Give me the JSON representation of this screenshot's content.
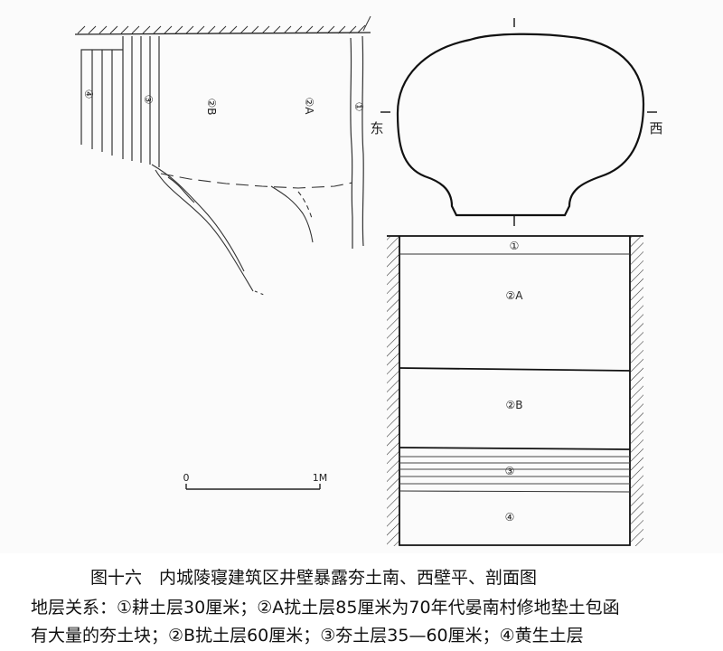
{
  "labels": {
    "east": "东",
    "west": "西",
    "layer1": "①",
    "layer2A": "②A",
    "layer2B": "②B",
    "layer3": "③",
    "layer4": "④"
  },
  "scale": {
    "zero": "0",
    "one": "1M"
  },
  "caption": {
    "title": "图十六　内城陵寝建筑区井壁暴露夯土南、西壁平、剖面图",
    "line1": "地层关系：①耕土层30厘米；②A扰土层85厘米为70年代晏南村修地垫土包函",
    "line2": "有大量的夯土块；②B扰土层60厘米；③夯土层35—60厘米；④黄生土层"
  }
}
